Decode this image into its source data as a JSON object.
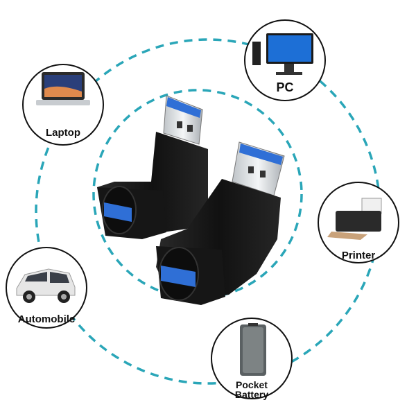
{
  "devices": [
    {
      "id": "laptop",
      "label": "Laptop",
      "icon": "laptop-icon"
    },
    {
      "id": "pc",
      "label": "PC",
      "icon": "desktop-computer-icon"
    },
    {
      "id": "printer",
      "label": "Printer",
      "icon": "printer-icon"
    },
    {
      "id": "automobile",
      "label": "Automobile",
      "icon": "minivan-icon"
    },
    {
      "id": "battery",
      "label_line1": "Pocket",
      "label_line2": "Battery",
      "icon": "power-bank-icon"
    }
  ],
  "product": {
    "icon": "usb-right-angle-adapter-icon",
    "count": 2
  },
  "colors": {
    "ring": "#2aa6b8",
    "bubble_border": "#111111",
    "adapter_body": "#1c1c1c",
    "usb_blue": "#2f6fd6"
  }
}
